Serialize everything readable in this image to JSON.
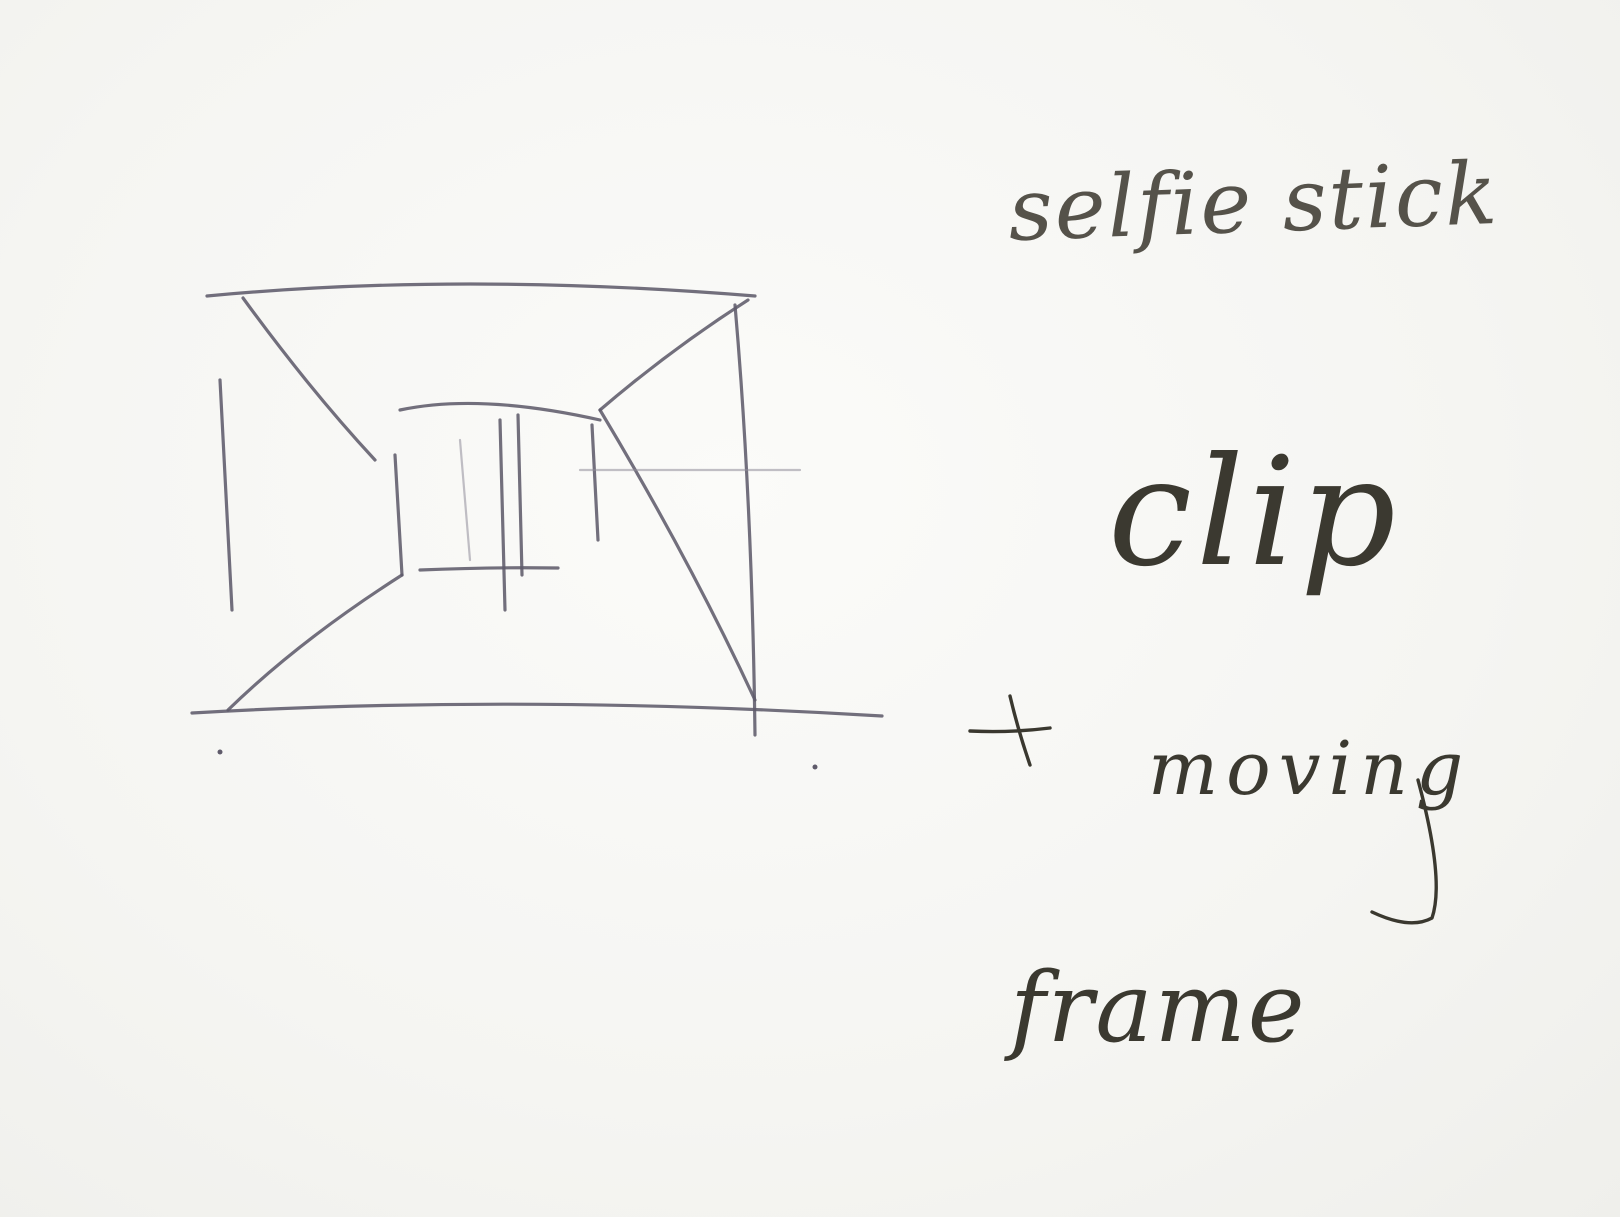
{
  "notes": {
    "line1": "selfie stick",
    "line2": "clip",
    "line3": "moving",
    "line4": "frame"
  },
  "colors": {
    "paper": "#f6f6f4",
    "pencil": "#5f5b6b",
    "ink": "#3a382f"
  }
}
